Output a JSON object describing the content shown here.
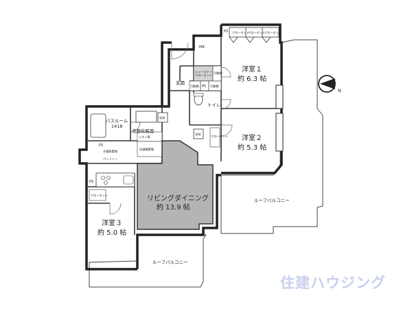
{
  "rooms": {
    "western1_name": "洋室１",
    "western1_size": "約 6.3 帖",
    "western2_name": "洋室２",
    "western2_size": "約 5.3 帖",
    "western3_name": "洋室３",
    "western3_size": "約 5.0 帖",
    "living_name": "リビングダイニング",
    "living_size": "約 13.9 帖",
    "entrance": "玄関",
    "toilet": "トイレ",
    "bathroom_name": "バスルーム",
    "bathroom_size": "1418",
    "washroom": "洗面化粧室",
    "roof_balcony_right": "ルーフバルコニー",
    "roof_balcony_bottom": "ルーフバルコニー"
  },
  "fixtures": {
    "closet_a": "クローゼット",
    "closet_b": "クローゼット",
    "closet_c": "クローゼット",
    "shoe_closet": "シューズイン\nクローゼット",
    "storage1": "可動棚",
    "storage2": "可動棚",
    "storage3": "可動棚",
    "ps_top": "PS",
    "ps_mid": "PS",
    "ps_left": "PS",
    "ps_kitchen": "PS",
    "mb": "MB",
    "linen": "リネン庫",
    "fridge": "冷蔵庫置場",
    "pantry": "パントリー",
    "washer": "洗濯機置場",
    "closet_w2": "クローゼット",
    "closet_w3": "クローゼット",
    "receiver1": "収納",
    "receiver2": "収納"
  },
  "compass": {
    "label": "N"
  },
  "logo": {
    "text": "住建ハウジング",
    "color": "#c9d0ee"
  }
}
